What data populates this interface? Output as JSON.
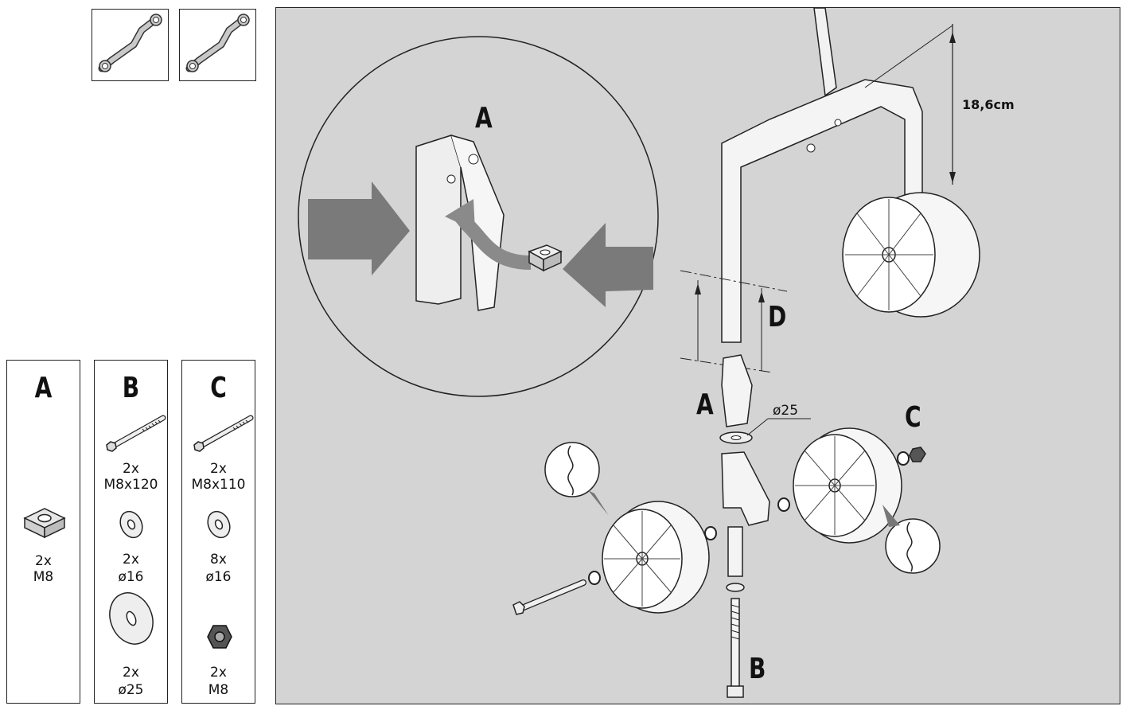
{
  "tools": [
    {
      "name": "wrench-1"
    },
    {
      "name": "wrench-2"
    }
  ],
  "parts": [
    {
      "letter": "A",
      "items": [
        {
          "qty": "2x",
          "size": "M8",
          "icon": "square-nut-icon"
        }
      ]
    },
    {
      "letter": "B",
      "items": [
        {
          "qty": "2x",
          "size": "M8x120",
          "icon": "bolt-icon"
        },
        {
          "qty": "2x",
          "size": "ø16",
          "icon": "washer-icon"
        },
        {
          "qty": "2x",
          "size": "ø25",
          "icon": "large-washer-icon"
        }
      ]
    },
    {
      "letter": "C",
      "items": [
        {
          "qty": "2x",
          "size": "M8x110",
          "icon": "bolt-icon"
        },
        {
          "qty": "8x",
          "size": "ø16",
          "icon": "washer-icon"
        },
        {
          "qty": "2x",
          "size": "M8",
          "icon": "hex-nut-icon"
        }
      ]
    }
  ],
  "diagram": {
    "detail_label": "A",
    "dimension": "18,6cm",
    "label_D": "D",
    "label_A": "A",
    "label_B": "B",
    "label_C": "C",
    "washer_diameter": "ø25"
  },
  "colors": {
    "panel_bg": "#d4d4d4",
    "arrow": "#7a7a7a"
  }
}
